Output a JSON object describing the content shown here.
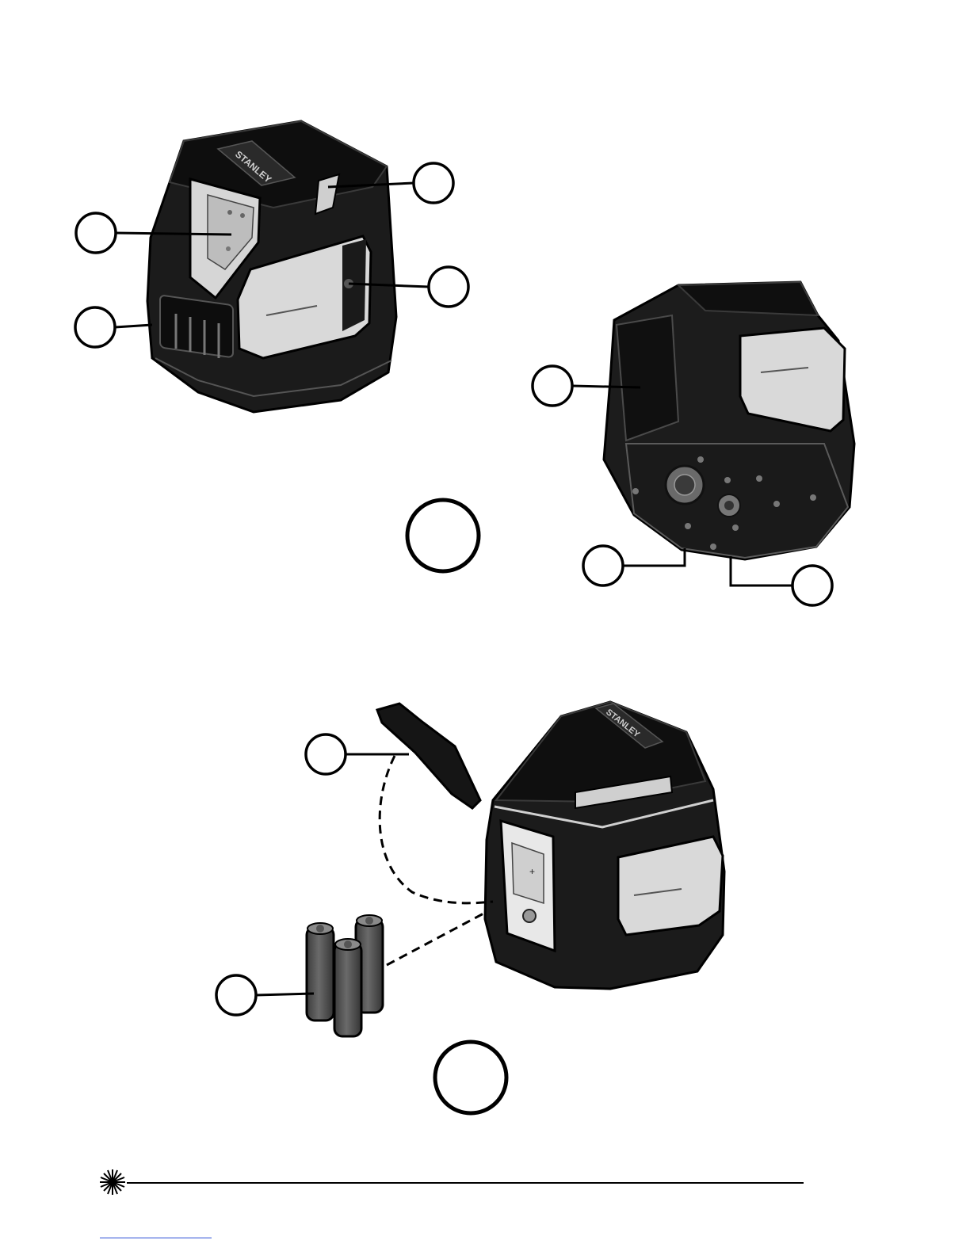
{
  "colors": {
    "ink": "#111111",
    "body": "#1d1d1d",
    "window": "#d9d9d9",
    "battery": "#5a5a5a",
    "link": "#2b4fd6"
  },
  "brand": {
    "logo_text": "STANLEY"
  },
  "figures": [
    {
      "id": "figure-a",
      "callouts": 4,
      "view": "laser-front"
    },
    {
      "id": "figure-b",
      "callouts": 3,
      "view": "laser-bottom"
    },
    {
      "id": "figure-c",
      "callouts": 2,
      "view": "battery-install"
    }
  ],
  "footer": {
    "laser_icon": "laser-starburst-icon",
    "rule": "horizontal-rule",
    "link_text": ""
  }
}
